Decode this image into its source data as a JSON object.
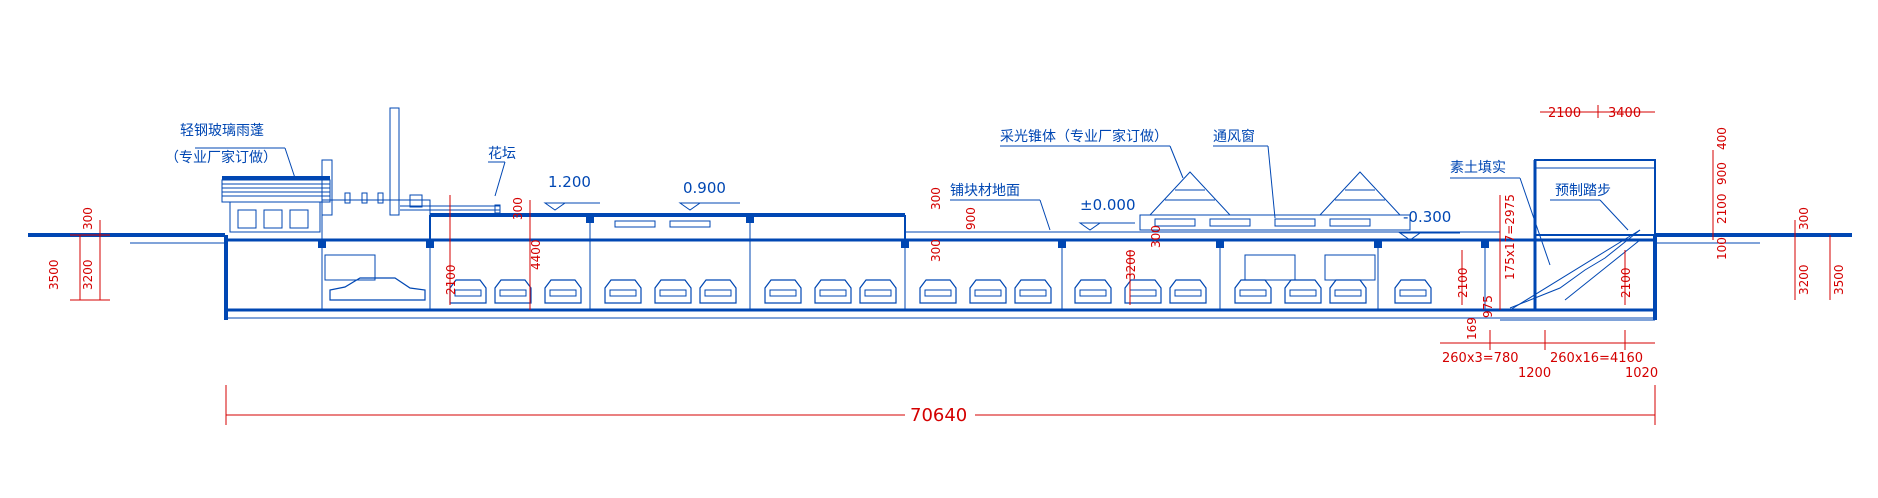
{
  "labels": {
    "canopy_line1": "轻钢玻璃雨蓬",
    "canopy_line2": "（专业厂家订做）",
    "planter": "花坛",
    "skylight": "采光锥体（专业厂家订做）",
    "vent_window": "通风窗",
    "paving": "铺块材地面",
    "compacted_soil": "素土填实",
    "precast_steps": "预制踏步"
  },
  "elevations": {
    "e1200": "1.200",
    "e0900": "0.900",
    "e0000": "±0.000",
    "em0300": "-0.300"
  },
  "dims": {
    "left_300": "300",
    "left_3500": "3500",
    "left_3200": "3200",
    "d300_a": "300",
    "d4400": "4400",
    "d2100_left": "2100",
    "d300_b": "300",
    "d900": "900",
    "d300_c": "300",
    "d3200_mid": "3200",
    "d300_mid": "300",
    "d2100_right": "2100",
    "d175": "175x17=2975",
    "d975": "975",
    "d169": "169",
    "d2100_stair": "2100",
    "top_2100": "2100",
    "top_3400": "3400",
    "right_400": "400",
    "right_900": "900",
    "right_2100": "2100",
    "right_100": "100",
    "right_300": "300",
    "right_3200": "3200",
    "right_3500": "3500",
    "b260x3": "260x3=780",
    "b260x16": "260x16=4160",
    "b1200": "1200",
    "b1020": "1020",
    "total": "70640"
  },
  "colors": {
    "line": "#0047b3",
    "dimension": "#d40000"
  }
}
